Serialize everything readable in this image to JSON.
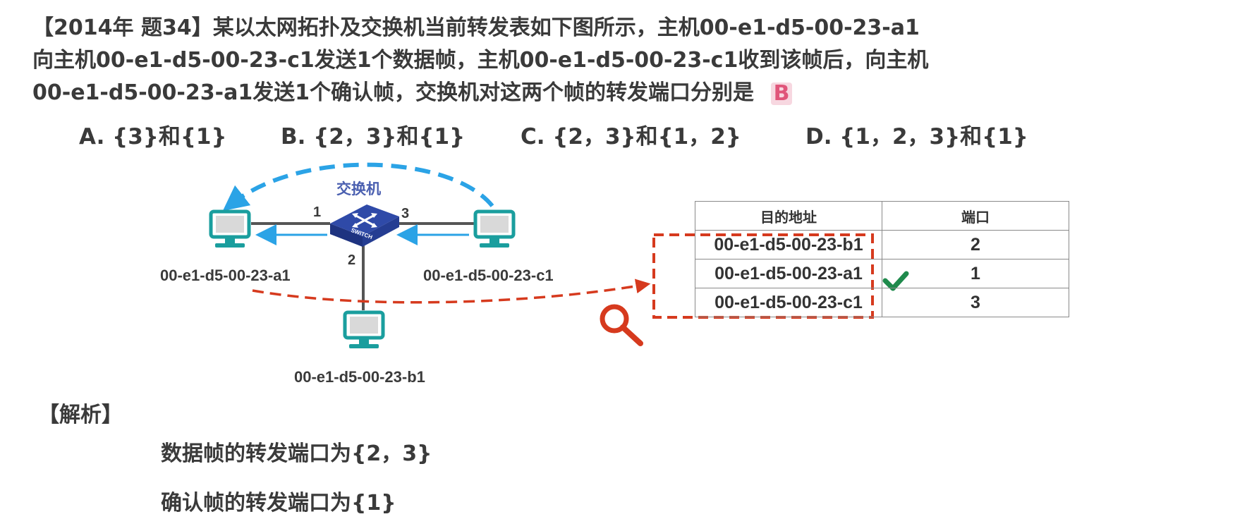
{
  "question": {
    "line1": "【2014年 题34】某以太网拓扑及交换机当前转发表如下图所示，主机00-e1-d5-00-23-a1",
    "line2": "向主机00-e1-d5-00-23-c1发送1个数据帧，主机00-e1-d5-00-23-c1收到该帧后，向主机",
    "line3": "00-e1-d5-00-23-a1发送1个确认帧，交换机对这两个帧的转发端口分别是",
    "answer": "B"
  },
  "options": [
    {
      "text": "A. {3}和{1}"
    },
    {
      "text": "B. {2，3}和{1}"
    },
    {
      "text": "C. {2，3}和{1，2}"
    },
    {
      "text": "D. {1，2，3}和{1}"
    }
  ],
  "topology": {
    "switch_label": "交换机",
    "switch_badge": "SWITCH",
    "ports": {
      "p1": "1",
      "p2": "2",
      "p3": "3"
    },
    "hosts": {
      "a1": "00-e1-d5-00-23-a1",
      "c1": "00-e1-d5-00-23-c1",
      "b1": "00-e1-d5-00-23-b1"
    },
    "colors": {
      "host": "#1a9e9e",
      "switch": "#2f4aa8",
      "arrow_blue": "#2ba3e6",
      "arrow_red": "#d63a1e",
      "check": "#1f8a4c"
    }
  },
  "forwarding_table": {
    "headers": [
      "目的地址",
      "端口"
    ],
    "rows": [
      {
        "address": "00-e1-d5-00-23-b1",
        "port": "2",
        "matched": false
      },
      {
        "address": "00-e1-d5-00-23-a1",
        "port": "1",
        "matched": true
      },
      {
        "address": "00-e1-d5-00-23-c1",
        "port": "3",
        "matched": false
      }
    ]
  },
  "analysis": {
    "title": "【解析】",
    "line1": "数据帧的转发端口为{2，3}",
    "line2": "确认帧的转发端口为{1}"
  }
}
